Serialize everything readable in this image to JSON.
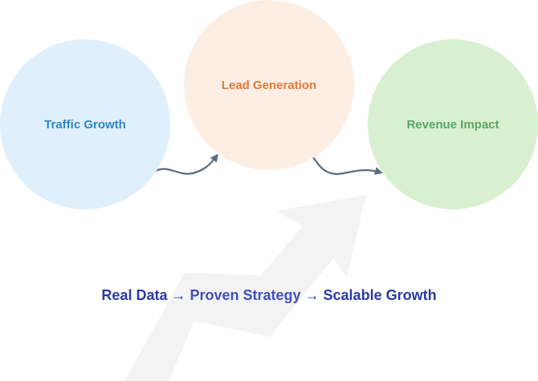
{
  "nodes": [
    {
      "label": "Traffic Growth",
      "fill": "#dff0fc",
      "text_color": "#2d85c8"
    },
    {
      "label": "Lead Generation",
      "fill": "#fdeee4",
      "text_color": "#e07b3a"
    },
    {
      "label": "Revenue Impact",
      "fill": "#d8f0d0",
      "text_color": "#5aa56a"
    }
  ],
  "tagline": {
    "part1": "Real Data",
    "part2": "Proven Strategy",
    "part3": "Scalable Growth",
    "separator": "→"
  },
  "colors": {
    "connector": "#5b6b80",
    "background_arrow": "#f3f3f3",
    "tagline_dark": "#2a3aa8",
    "tagline_mid": "#3f4fc0"
  },
  "icons": {
    "background": "growth-arrow-icon",
    "connectors": "curved-arrow-icon"
  }
}
